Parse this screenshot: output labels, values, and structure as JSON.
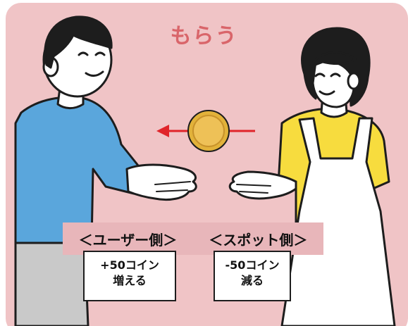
{
  "title": "もらう",
  "banner": {
    "user_label": "＜ユーザー側＞",
    "spot_label": "＜スポット側＞"
  },
  "signs": {
    "user": {
      "line1": "+50コイン",
      "line2": "増える"
    },
    "spot": {
      "line1": "-50コイン",
      "line2": "減る"
    }
  },
  "icons": {
    "coin": "coin-icon",
    "arrow": "arrow-left-icon"
  },
  "colors": {
    "background": "#f0c4c6",
    "title": "#d9656a",
    "banner": "#e8b6ba",
    "arrow": "#e0242a",
    "coin": "#e2b23a",
    "user_shirt": "#5aa6dc",
    "user_pants": "#c9c9c9",
    "spot_shirt": "#f7dc3e",
    "skin": "#ffffff"
  }
}
